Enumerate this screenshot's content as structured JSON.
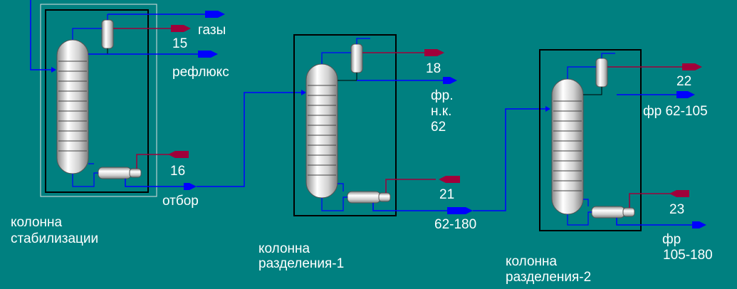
{
  "colors": {
    "background": "#008080",
    "material_stream": "#0000ff",
    "energy_stream": "#a0003a",
    "frame": "#000000",
    "selection": "#e0e0e0",
    "label_text": "#ffffff"
  },
  "units": [
    {
      "name_line1": "колонна",
      "name_line2": "стабилизации",
      "streams": {
        "top": "газы",
        "condenser_duty": "15",
        "side": "рефлюкс",
        "reboiler_duty": "16",
        "bottom": "отбор"
      }
    },
    {
      "name_line1": "колонна",
      "name_line2": "разделения-1",
      "streams": {
        "condenser_duty": "18",
        "distillate_1": "фр.",
        "distillate_2": "н.к.",
        "distillate_3": "62",
        "reboiler_duty": "21",
        "bottom": "62-180"
      }
    },
    {
      "name_line1": "колонна",
      "name_line2": "разделения-2",
      "streams": {
        "condenser_duty": "22",
        "distillate": "фр 62-105",
        "reboiler_duty": "23",
        "bottom_1": "фр",
        "bottom_2": "105-180"
      }
    }
  ]
}
